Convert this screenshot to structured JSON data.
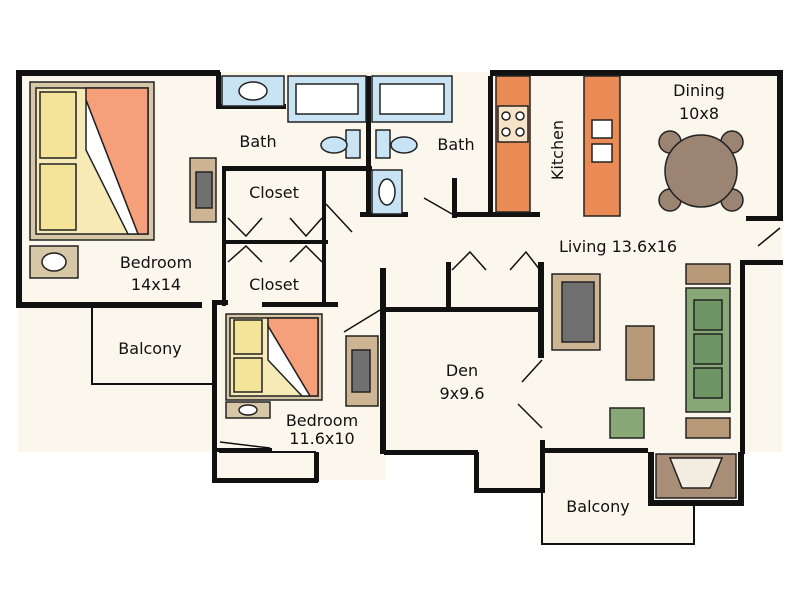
{
  "colors": {
    "floor": "#fbf7ec",
    "wall": "#111111",
    "bed_quilt": "#f5a07a",
    "bed_sheet": "#f6eab7",
    "bed_pillow": "#f3e49a",
    "bed_frame": "#d6c7a6",
    "tv_stand": "#cdb594",
    "tv_screen": "#707070",
    "sink_fixture": "#c8e4f4",
    "counter": "#ea8a55",
    "dining_table": "#9c8472",
    "sofa_green": "#88a878",
    "end_table": "#b89978",
    "fireplace": "#a88e76",
    "label_text": "#111111"
  },
  "icons": [
    "bed-icon",
    "nightstand-icon",
    "tv-icon",
    "toilet-icon",
    "bathtub-icon",
    "sink-icon",
    "stove-icon",
    "refrigerator-icon",
    "dining-table-icon",
    "sofa-icon",
    "coffee-table-icon",
    "armchair-icon",
    "fireplace-icon"
  ],
  "rooms": {
    "bedroom_master": {
      "name": "Bedroom",
      "size": "14x14"
    },
    "bedroom_second": {
      "name": "Bedroom",
      "size": "11.6x10"
    },
    "bath_left": {
      "name": "Bath"
    },
    "bath_right": {
      "name": "Bath"
    },
    "closet_upper": {
      "name": "Closet"
    },
    "closet_lower": {
      "name": "Closet"
    },
    "kitchen": {
      "name": "Kitchen"
    },
    "dining": {
      "name": "Dining",
      "size": "10x8"
    },
    "living": {
      "name": "Living",
      "size": "13.6x16",
      "label": "Living 13.6x16"
    },
    "den": {
      "name": "Den",
      "size": "9x9.6"
    },
    "balcony_left": {
      "name": "Balcony"
    },
    "balcony_bottom": {
      "name": "Balcony"
    }
  }
}
